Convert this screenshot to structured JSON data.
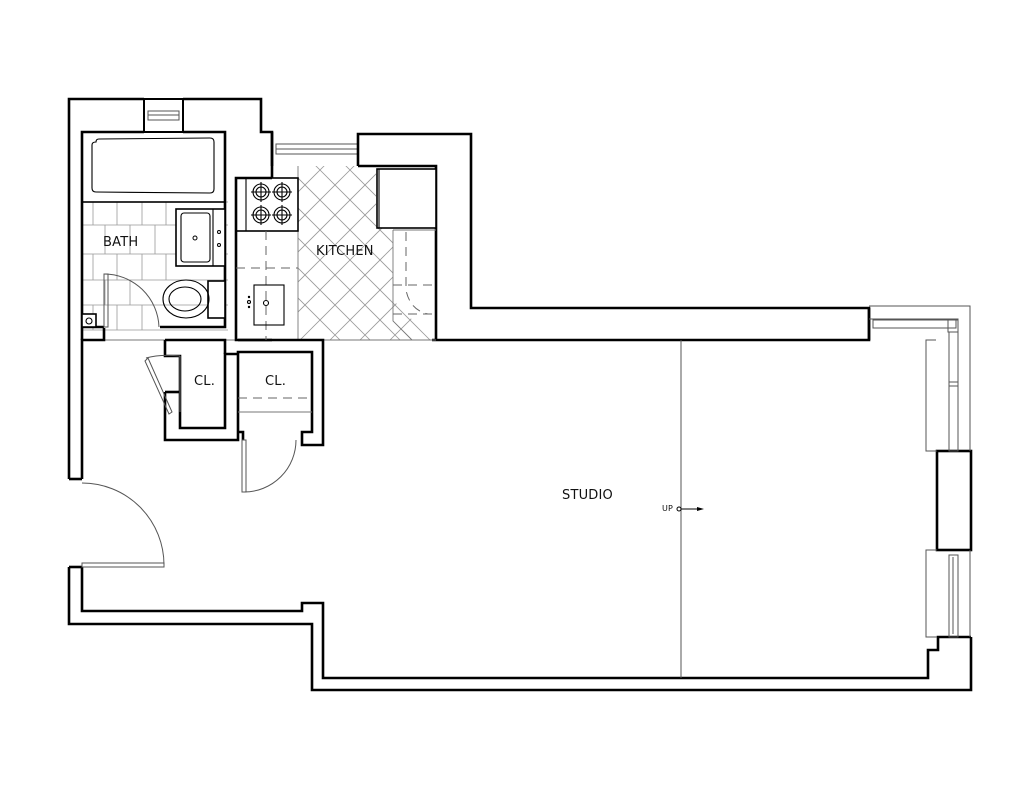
{
  "plan": {
    "rooms": {
      "bath": "BATH",
      "kitchen": "KITCHEN",
      "closet_left": "CL.",
      "closet_right": "CL.",
      "studio": "STUDIO"
    },
    "annotations": {
      "stair_direction": "UP"
    },
    "colors": {
      "wall": "#000000",
      "background": "#ffffff",
      "fixture_line": "#555555",
      "tile_line": "#999999"
    }
  }
}
